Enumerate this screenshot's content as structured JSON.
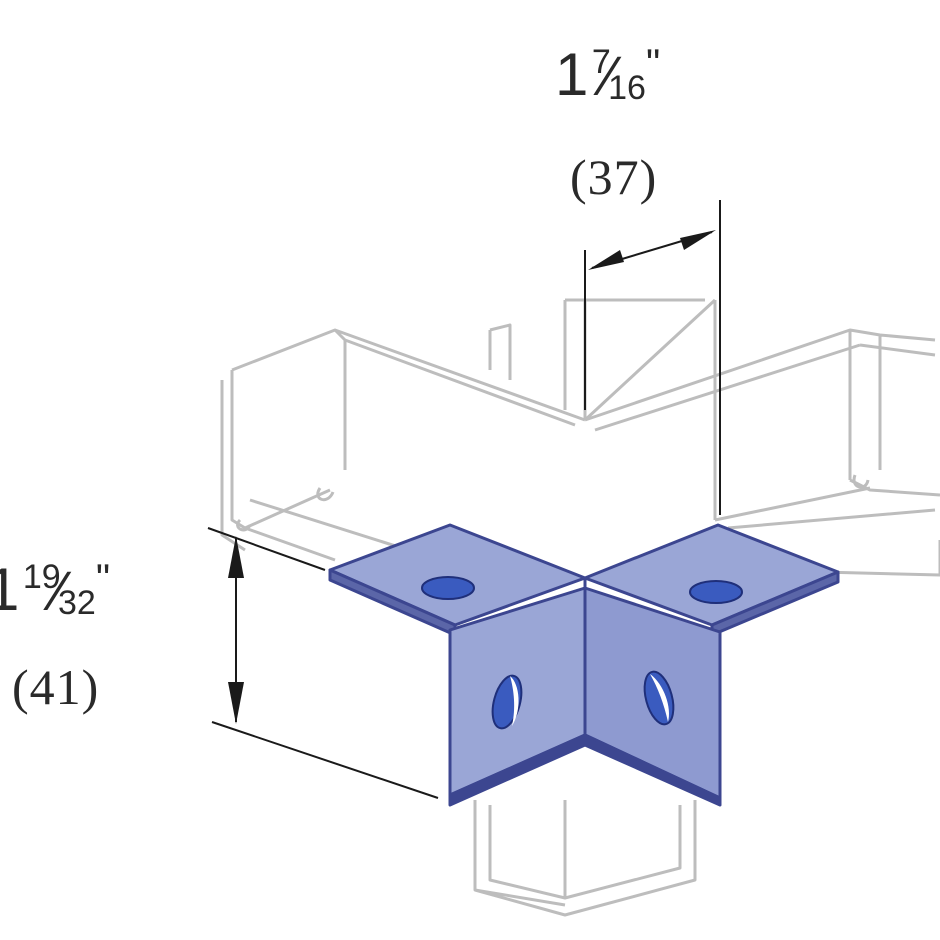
{
  "dimension_top": {
    "whole": "1",
    "numerator": "7",
    "denominator": "16",
    "unit": "\"",
    "metric": "(37)"
  },
  "dimension_left": {
    "whole": "1",
    "numerator": "19",
    "denominator": "32",
    "unit": "\"",
    "metric": "(41)"
  },
  "colors": {
    "fitting_fill": "#9aa6d6",
    "fitting_dark": "#3c4690",
    "hole_fill": "#3a5bbf",
    "channel_outline": "#b8b8b8",
    "dimension_line": "#1a1a1a"
  }
}
